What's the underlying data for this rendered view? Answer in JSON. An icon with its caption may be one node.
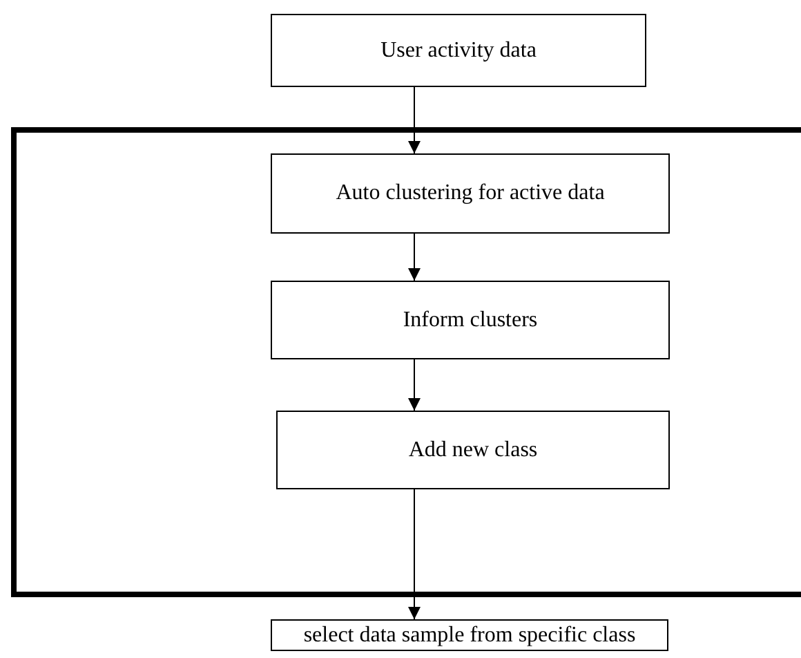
{
  "diagram": {
    "nodes": [
      {
        "text": [
          "User activity data"
        ]
      },
      {
        "text": [],
        "shape": "box"
      },
      {
        "text": [
          "Auto clustering for active data"
        ],
        "in": 1
      },
      {
        "text": [
          "Inform clusters"
        ],
        "in": 1
      },
      {
        "text": [
          "Add new class"
        ],
        "in": 1
      },
      {
        "text": [
          "select data sample from specific class"
        ]
      }
    ],
    "edges": [
      {
        "from": 0,
        "to": 2,
        "arrow": "to"
      },
      {
        "from": 2,
        "to": 3,
        "arrow": "to"
      },
      {
        "from": 3,
        "to": 4,
        "arrow": "to"
      },
      {
        "from": 4,
        "to": 5,
        "arrow": "to"
      }
    ]
  }
}
